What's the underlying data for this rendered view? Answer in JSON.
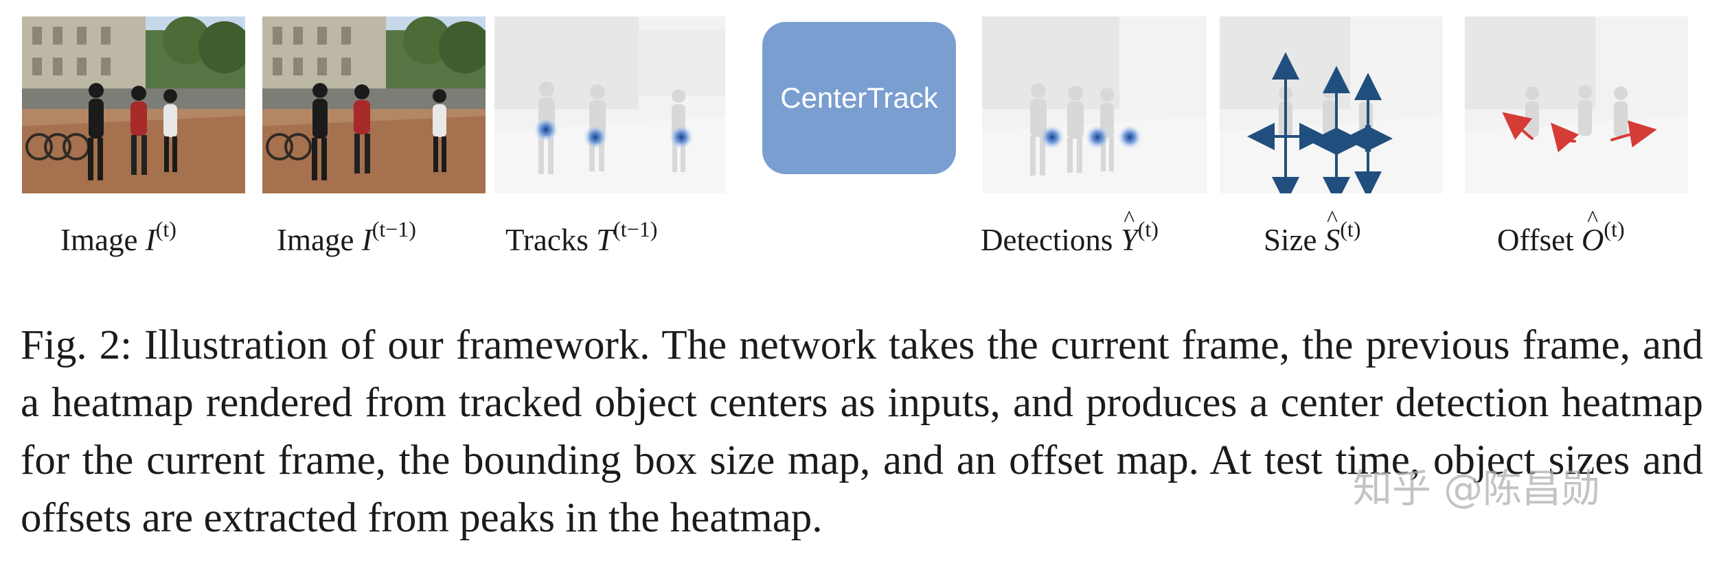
{
  "figure": {
    "labels": {
      "image_current": {
        "prefix": "Image",
        "symbol": "I",
        "superscript": "(t)"
      },
      "image_previous": {
        "prefix": "Image",
        "symbol": "I",
        "superscript": "(t−1)"
      },
      "tracks": {
        "prefix": "Tracks",
        "symbol": "T",
        "superscript": "(t−1)"
      },
      "detections": {
        "prefix": "Detections",
        "symbol": "Y",
        "superscript": "(t)"
      },
      "size": {
        "prefix": "Size",
        "symbol": "S",
        "superscript": "(t)"
      },
      "offset": {
        "prefix": "Offset",
        "symbol": "O",
        "superscript": "(t)"
      }
    },
    "center_box": "CenterTrack",
    "colors": {
      "center_box": "#7a9ed0",
      "arrows_size": "#214f7d",
      "arrows_offset": "#d63c36",
      "heat_dot": "#2e5faf"
    }
  },
  "caption": "Fig. 2: Illustration of our framework. The network takes the current frame, the previous frame, and a heatmap rendered from tracked object centers as inputs, and produces a center detection heatmap for the current frame, the bounding box size map, and an offset map. At test time, object sizes and offsets are extracted from peaks in the heatmap.",
  "watermark": "知乎 @陈昌勋"
}
